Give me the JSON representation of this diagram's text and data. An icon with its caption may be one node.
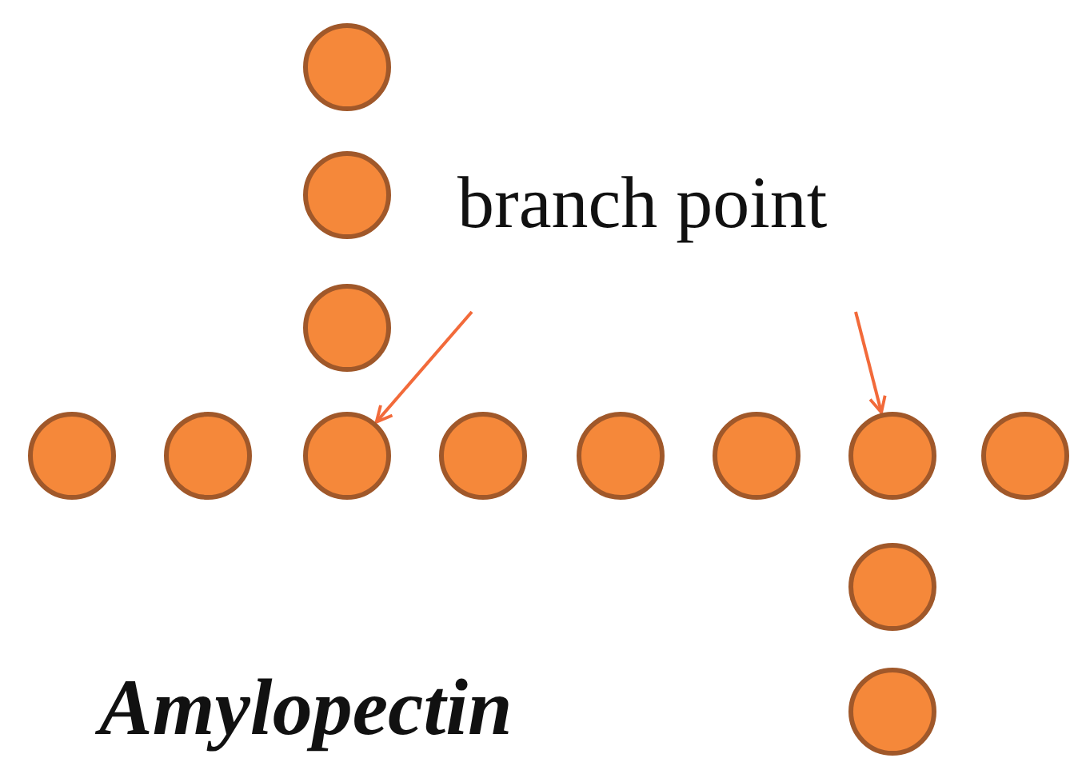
{
  "diagram": {
    "title": "Amylopectin",
    "nodes": [
      {
        "text": [],
        "shape": "circle"
      },
      {
        "text": [],
        "shape": "circle"
      },
      {
        "text": [],
        "shape": "circle"
      },
      {
        "text": [
          "branch point"
        ]
      },
      {
        "text": [],
        "shape": "circle"
      },
      {
        "text": [],
        "shape": "circle"
      },
      {
        "text": [],
        "shape": "circle"
      },
      {
        "text": [],
        "shape": "circle"
      },
      {
        "text": [],
        "shape": "circle"
      },
      {
        "text": [],
        "shape": "circle"
      },
      {
        "text": [],
        "shape": "circle"
      },
      {
        "text": [],
        "shape": "circle"
      },
      {
        "text": [],
        "shape": "circle"
      },
      {
        "text": [],
        "shape": "circle"
      }
    ],
    "edges": [
      {
        "from": 3,
        "to": 6,
        "arrow": "to"
      },
      {
        "from": 3,
        "to": 10,
        "arrow": "to"
      }
    ]
  }
}
